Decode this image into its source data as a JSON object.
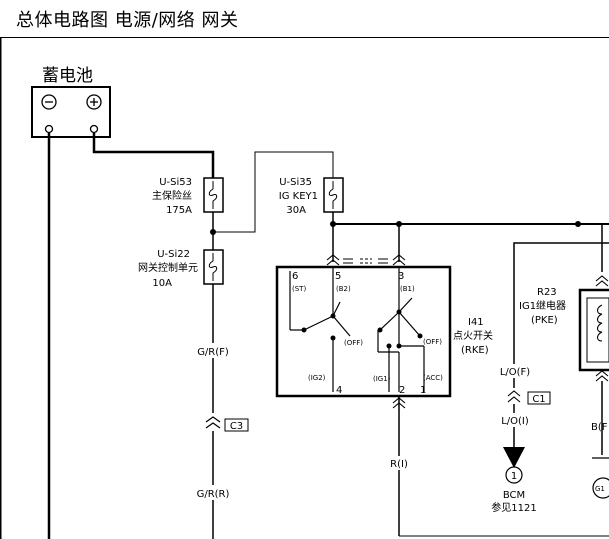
{
  "header": {
    "title": "总体电路图  电源/网络  网关"
  },
  "battery": {
    "label": "蓄电池",
    "neg": "⊖",
    "pos": "⊕"
  },
  "fuses": {
    "main": {
      "id": "U-Si53",
      "name": "主保险丝",
      "rating": "175A"
    },
    "gateway": {
      "id": "U-Si22",
      "name": "网关控制单元",
      "rating": "10A"
    },
    "igkey": {
      "id": "U-Si35",
      "name": "IG KEY1",
      "rating": "30A"
    }
  },
  "switch": {
    "id": "I41",
    "name": "点火开关",
    "type": "(RKE)",
    "pins": {
      "p6": "6",
      "p5": "5",
      "p3": "3",
      "p4": "4",
      "p2": "2",
      "p1": "1"
    },
    "positions": {
      "st": "(ST)",
      "b2": "(B2)",
      "b1": "(B1)",
      "off1": "(OFF)",
      "off2": "(OFF)",
      "ig2": "(IG2)",
      "ig1": "(IG1)",
      "acc": "(ACC)"
    }
  },
  "relay": {
    "id": "R23",
    "name": "IG1继电器",
    "type": "(PKE)"
  },
  "wires": {
    "gr_f": "G/R(F)",
    "gr_r": "G/R(R)",
    "r_i": "R(I)",
    "lo_f": "L/O(F)",
    "lo_i": "L/O(I)",
    "b_f": "B(F"
  },
  "connectors": {
    "c3": "C3",
    "c1": "C1"
  },
  "bcm": {
    "num": "1",
    "name": "BCM",
    "ref": "参见1121"
  },
  "ground": {
    "label": "G1"
  }
}
